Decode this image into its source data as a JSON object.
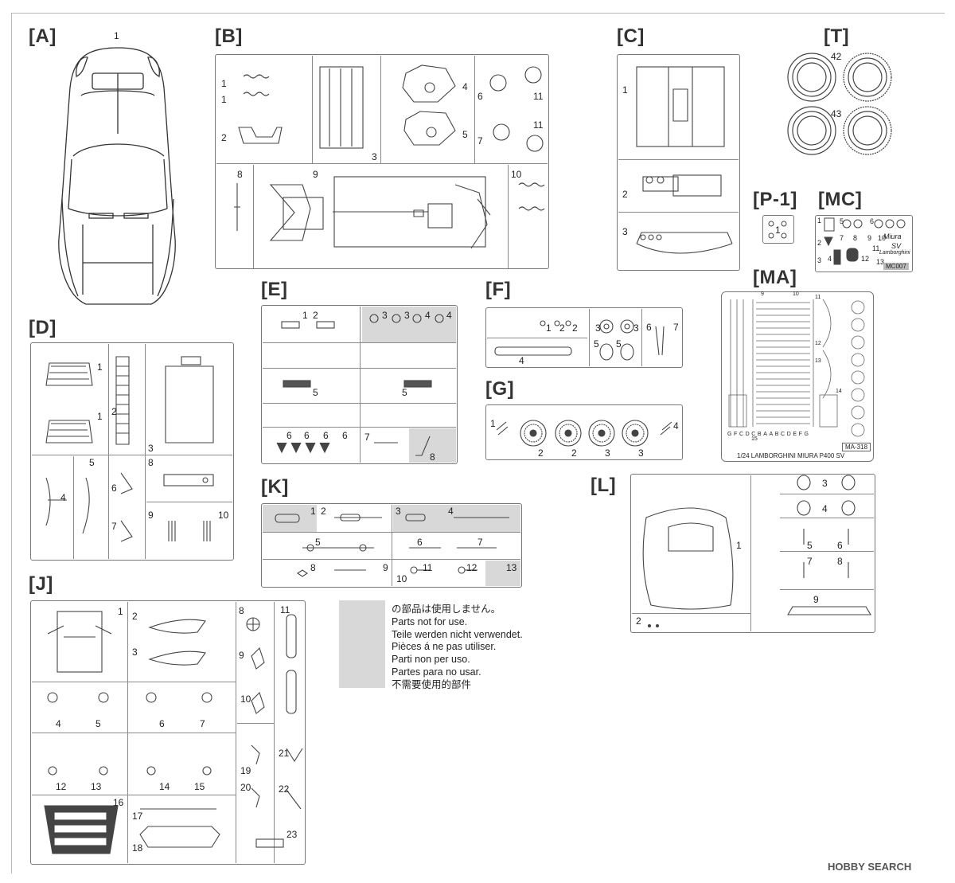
{
  "parts": {
    "A": {
      "label": "[A]",
      "numbers": [
        "1"
      ]
    },
    "B": {
      "label": "[B]",
      "numbers": [
        "1",
        "1",
        "2",
        "3",
        "4",
        "5",
        "6",
        "7",
        "8",
        "9",
        "10",
        "11",
        "11"
      ]
    },
    "C": {
      "label": "[C]",
      "numbers": [
        "1",
        "2",
        "3"
      ]
    },
    "T": {
      "label": "[T]",
      "numbers": [
        "42",
        "43"
      ]
    },
    "P1": {
      "label": "[P-1]",
      "numbers": [
        "1"
      ]
    },
    "MC": {
      "label": "[MC]",
      "numbers": [
        "1",
        "2",
        "3",
        "4",
        "5",
        "6",
        "7",
        "8",
        "9",
        "10",
        "11",
        "12",
        "13"
      ],
      "texts": [
        "Miura",
        "SV",
        "Lamborghini",
        "MC007"
      ]
    },
    "MA": {
      "label": "[MA]",
      "caption": "1/24 LAMBORGHINI MIURA P400 SV",
      "code": "MA-318",
      "numbers": [
        "9",
        "10",
        "11",
        "12",
        "13",
        "14",
        "15"
      ],
      "letters": [
        "G",
        "F",
        "C",
        "D",
        "C",
        "B",
        "A",
        "A",
        "B",
        "C",
        "D",
        "E",
        "F",
        "G"
      ]
    },
    "D": {
      "label": "[D]",
      "numbers": [
        "1",
        "1",
        "2",
        "3",
        "4",
        "5",
        "6",
        "7",
        "8",
        "9",
        "10"
      ]
    },
    "E": {
      "label": "[E]",
      "numbers": [
        "1",
        "2",
        "3",
        "3",
        "4",
        "4",
        "5",
        "5",
        "6",
        "6",
        "6",
        "6",
        "7",
        "8"
      ]
    },
    "F": {
      "label": "[F]",
      "numbers": [
        "1",
        "2",
        "2",
        "3",
        "3",
        "4",
        "5",
        "5",
        "6",
        "7"
      ]
    },
    "G": {
      "label": "[G]",
      "numbers": [
        "1",
        "2",
        "2",
        "3",
        "3",
        "4"
      ]
    },
    "K": {
      "label": "[K]",
      "numbers": [
        "1",
        "2",
        "3",
        "4",
        "5",
        "6",
        "7",
        "8",
        "9",
        "10",
        "11",
        "12",
        "13"
      ]
    },
    "L": {
      "label": "[L]",
      "numbers": [
        "1",
        "2",
        "3",
        "4",
        "5",
        "6",
        "7",
        "8",
        "9"
      ]
    },
    "J": {
      "label": "[J]",
      "numbers": [
        "1",
        "2",
        "3",
        "4",
        "5",
        "6",
        "7",
        "8",
        "9",
        "10",
        "11",
        "12",
        "13",
        "14",
        "15",
        "16",
        "17",
        "18",
        "19",
        "20",
        "21",
        "22",
        "23"
      ]
    }
  },
  "legend": {
    "swatch_color": "#d8d8d8",
    "lines": [
      "の部品は使用しません。",
      "Parts not for use.",
      "Teile werden nicht verwendet.",
      "Pièces á ne pas utiliser.",
      "Parti non per uso.",
      "Partes para no usar.",
      "不需要使用的部件"
    ]
  },
  "watermark": "HOBBY SEARCH"
}
